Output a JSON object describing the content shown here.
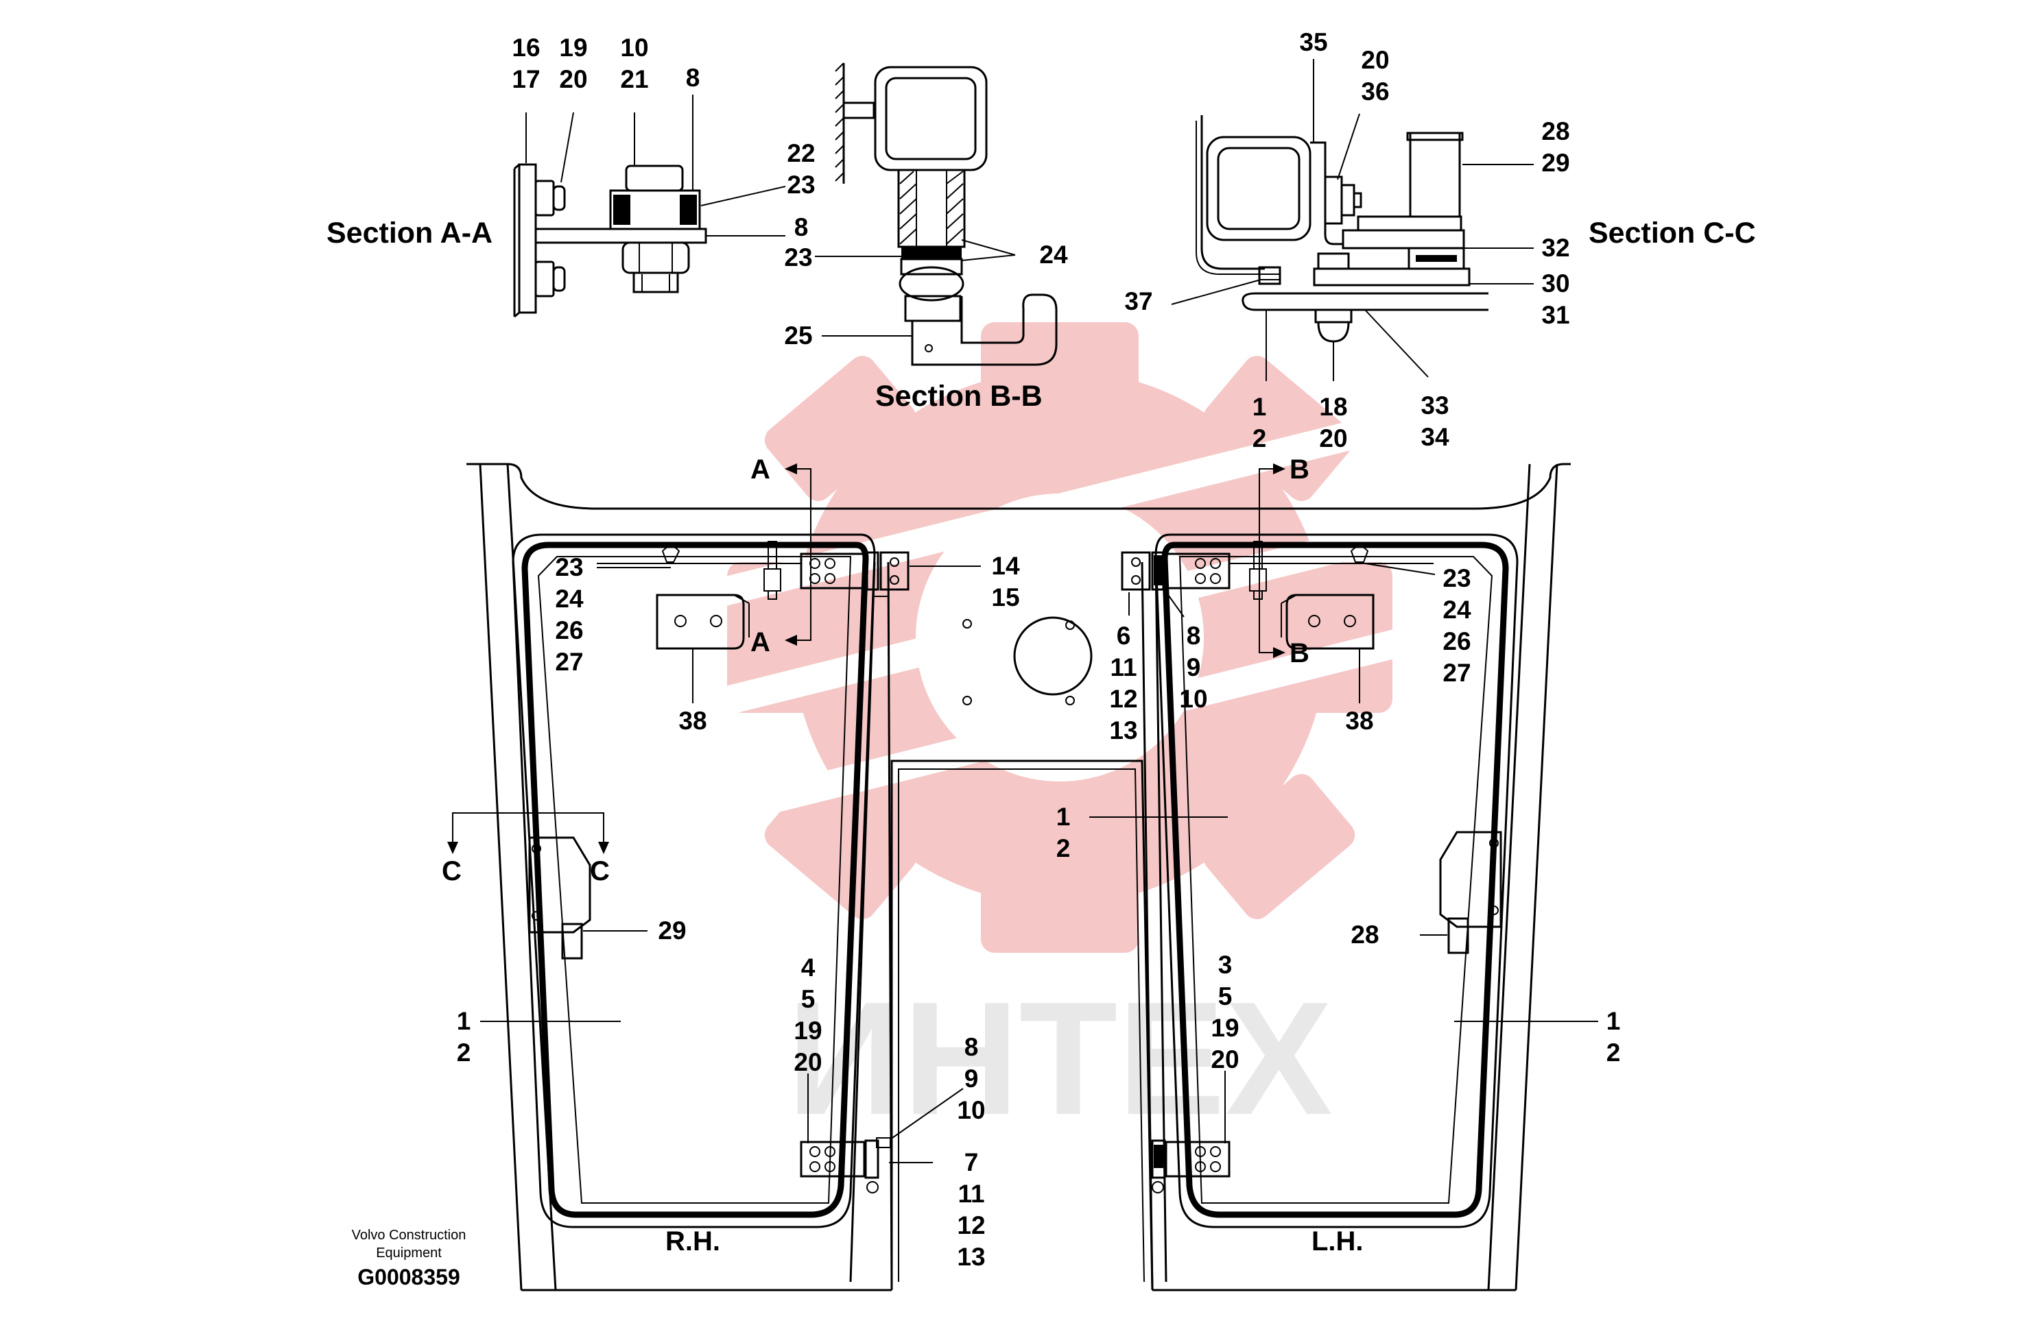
{
  "sections": {
    "aa": "Section A-A",
    "bb": "Section B-B",
    "cc": "Section C-C"
  },
  "cut_markers": {
    "a": "A",
    "b": "B",
    "c": "C"
  },
  "sides": {
    "rh": "R.H.",
    "lh": "L.H."
  },
  "footer": {
    "brand_line1": "Volvo Construction",
    "brand_line2": "Equipment",
    "code": "G0008359"
  },
  "watermark": {
    "text": "ИНТЕХ",
    "color": "#e8c4c4"
  },
  "callouts": [
    {
      "id": "c16",
      "lines": [
        "16",
        "17"
      ]
    },
    {
      "id": "c19",
      "lines": [
        "19",
        "20"
      ]
    },
    {
      "id": "c10",
      "lines": [
        "10",
        "21"
      ]
    },
    {
      "id": "c8a",
      "lines": [
        "8"
      ]
    },
    {
      "id": "c22",
      "lines": [
        "22",
        "23"
      ]
    },
    {
      "id": "c8b",
      "lines": [
        "8"
      ]
    },
    {
      "id": "c23bb",
      "lines": [
        "23"
      ]
    },
    {
      "id": "c24bb",
      "lines": [
        "24"
      ]
    },
    {
      "id": "c25",
      "lines": [
        "25"
      ]
    },
    {
      "id": "c35",
      "lines": [
        "35"
      ]
    },
    {
      "id": "c20",
      "lines": [
        "20",
        "36"
      ]
    },
    {
      "id": "c28",
      "lines": [
        "28",
        "29"
      ]
    },
    {
      "id": "c32",
      "lines": [
        "32"
      ]
    },
    {
      "id": "c30",
      "lines": [
        "30",
        "31"
      ]
    },
    {
      "id": "c37",
      "lines": [
        "37"
      ]
    },
    {
      "id": "c1cc",
      "lines": [
        "1",
        "2"
      ]
    },
    {
      "id": "c18",
      "lines": [
        "18",
        "20"
      ]
    },
    {
      "id": "c33",
      "lines": [
        "33",
        "34"
      ]
    },
    {
      "id": "c23L",
      "lines": [
        "23",
        "24",
        "26",
        "27"
      ]
    },
    {
      "id": "c14",
      "lines": [
        "14",
        "15"
      ]
    },
    {
      "id": "c38L",
      "lines": [
        "38"
      ]
    },
    {
      "id": "c6",
      "lines": [
        "6",
        "11",
        "12",
        "13"
      ]
    },
    {
      "id": "c8c",
      "lines": [
        "8",
        "9",
        "10"
      ]
    },
    {
      "id": "c23R",
      "lines": [
        "23",
        "24",
        "26",
        "27"
      ]
    },
    {
      "id": "c38R",
      "lines": [
        "38"
      ]
    },
    {
      "id": "c1mid",
      "lines": [
        "1",
        "2"
      ]
    },
    {
      "id": "c29",
      "lines": [
        "29"
      ]
    },
    {
      "id": "c28b",
      "lines": [
        "28"
      ]
    },
    {
      "id": "c4",
      "lines": [
        "4",
        "5",
        "19",
        "20"
      ]
    },
    {
      "id": "c3",
      "lines": [
        "3",
        "5",
        "19",
        "20"
      ]
    },
    {
      "id": "c8d",
      "lines": [
        "8",
        "9",
        "10"
      ]
    },
    {
      "id": "c7",
      "lines": [
        "7",
        "11",
        "12",
        "13"
      ]
    },
    {
      "id": "c1L",
      "lines": [
        "1",
        "2"
      ]
    },
    {
      "id": "c1R",
      "lines": [
        "1",
        "2"
      ]
    }
  ]
}
